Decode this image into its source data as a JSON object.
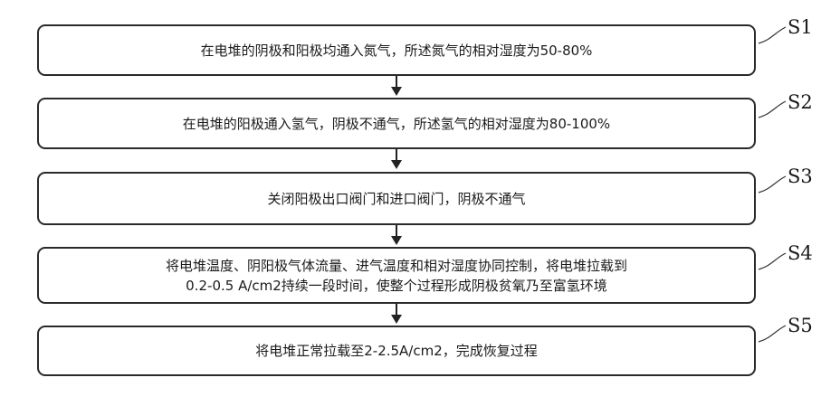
{
  "steps": [
    {
      "id": "S1",
      "text": "在电堆的阴极和阳极均通入氮气，所述氮气的相对湿度为50-80%"
    },
    {
      "id": "S2",
      "text": "在电堆的阳极通入氢气，阴极不通气，所述氢气的相对湿度为80-100%"
    },
    {
      "id": "S3",
      "text": "关闭阳极出口阀门和进口阀门，阴极不通气"
    },
    {
      "id": "S4",
      "text": "将电堆温度、阴阳极气体流量、进气温度和相对湿度协同控制，将电堆拉载到\n0.2-0.5 A/cm2持续一段时间，使整个过程形成阴极贫氧乃至富氢环境"
    },
    {
      "id": "S5",
      "text": "将电堆正常拉载至2-2.5A/cm2，完成恢复过程"
    }
  ]
}
